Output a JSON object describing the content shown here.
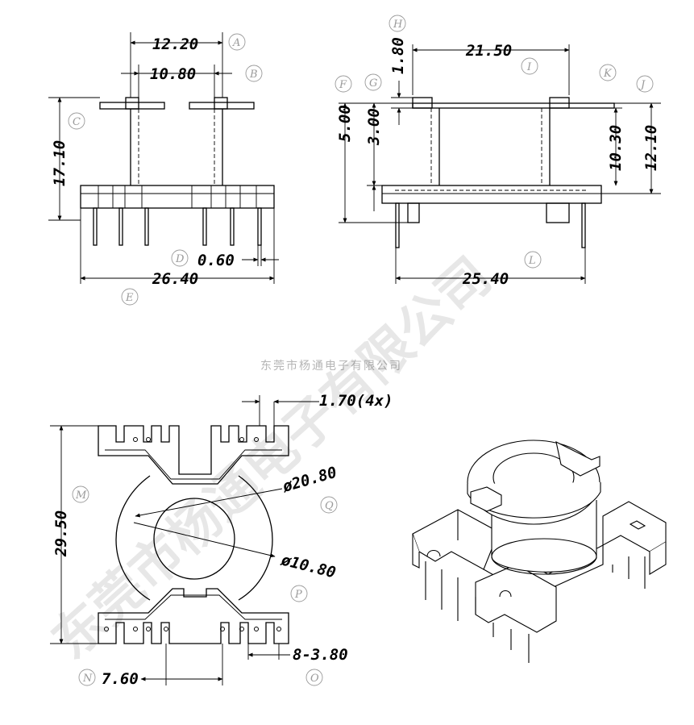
{
  "watermark": {
    "small_text": "东莞市杨通电子有限公司",
    "big_text": "东莞市杨通电子有限公司"
  },
  "dimensions": {
    "a": "12.20",
    "b": "10.80",
    "c": "17.10",
    "d": "0.60",
    "e": "26.40",
    "h": "1.80",
    "i": "21.50",
    "f": "5.00",
    "g": "3.00",
    "j": "12.10",
    "k": "10.30",
    "l": "25.40",
    "m": "29.50",
    "q1": "ø20.80",
    "q2": "ø10.80",
    "o": "8-3.80",
    "n": "7.60",
    "pin": "1.70(4x)"
  },
  "labels": {
    "A": "A",
    "B": "B",
    "C": "C",
    "D": "D",
    "E": "E",
    "F": "F",
    "G": "G",
    "H": "H",
    "I": "I",
    "J": "J",
    "K": "K",
    "L": "L",
    "M": "M",
    "N": "N",
    "O": "O",
    "P": "P",
    "Q": "Q"
  }
}
